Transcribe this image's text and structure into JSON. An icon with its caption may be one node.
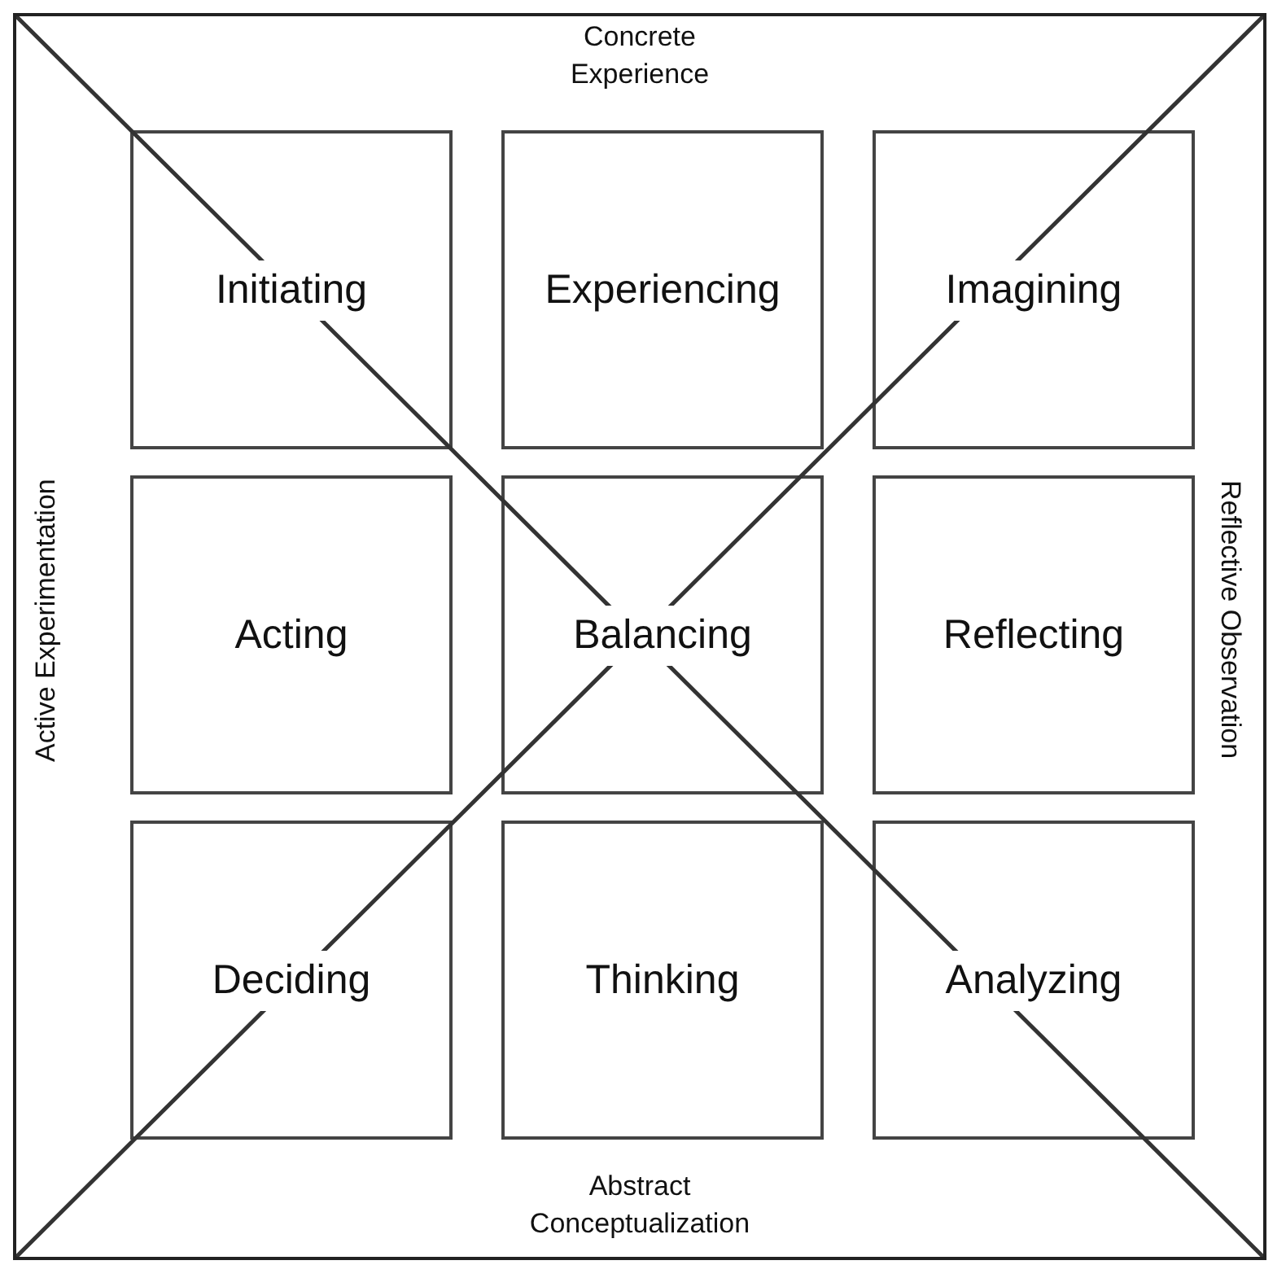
{
  "diagram": {
    "nodes": [
      {
        "text": [],
        "shape": "box"
      },
      {
        "text": [
          "Initiating"
        ],
        "in": 0
      },
      {
        "text": [
          "Experiencing"
        ],
        "in": 0
      },
      {
        "text": [
          "Imagining"
        ],
        "in": 0
      },
      {
        "text": [
          "Acting"
        ],
        "in": 0
      },
      {
        "text": [
          "Balancing"
        ],
        "in": 0
      },
      {
        "text": [
          "Reflecting"
        ],
        "in": 0
      },
      {
        "text": [
          "Deciding"
        ],
        "in": 0
      },
      {
        "text": [
          "Thinking"
        ],
        "in": 0
      },
      {
        "text": [
          "Analyzing"
        ],
        "in": 0
      }
    ],
    "labels": [
      "Concrete Experience",
      "Active Experimentation",
      "Reflective Observation",
      "Abstract Conceptualization"
    ]
  }
}
